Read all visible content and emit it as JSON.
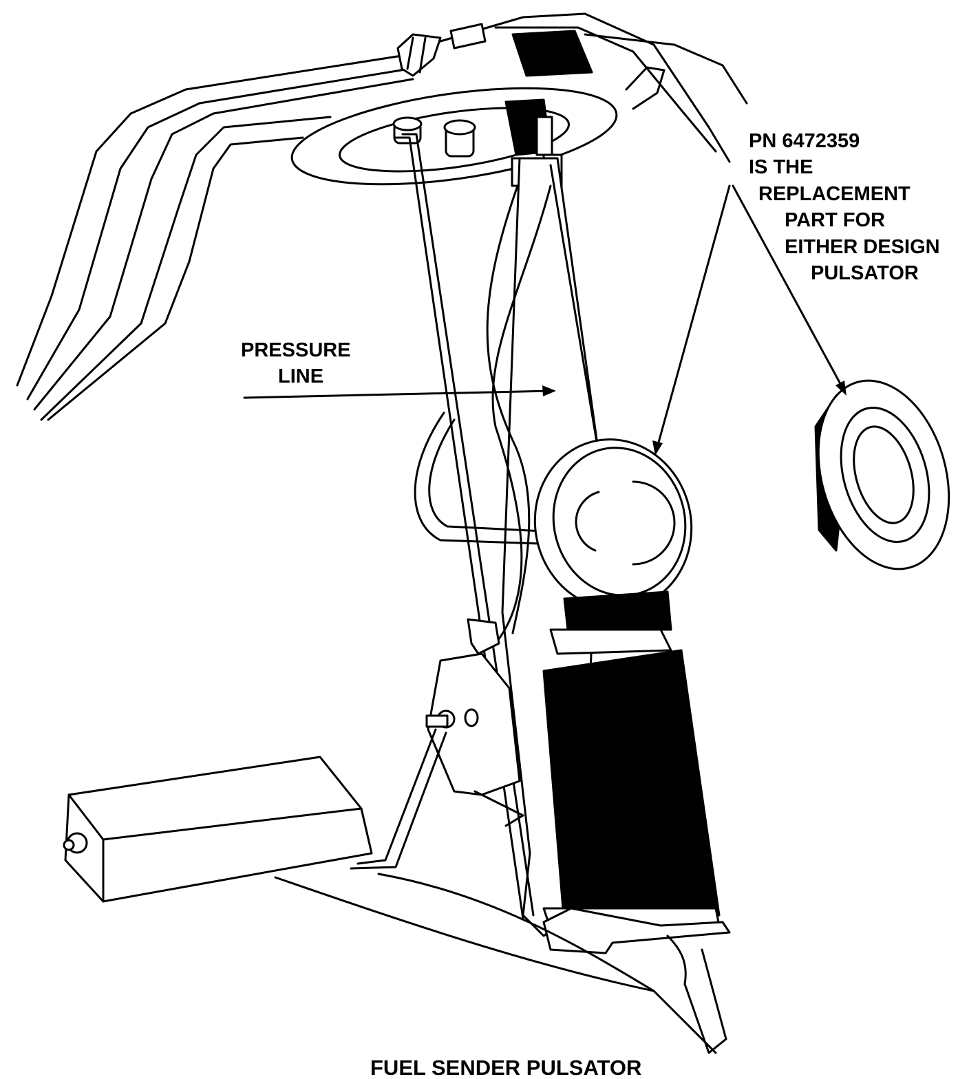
{
  "callouts": {
    "part_number": {
      "lines": [
        "PN 6472359",
        "IS THE",
        "REPLACEMENT",
        "PART FOR",
        "EITHER DESIGN",
        "PULSATOR"
      ]
    },
    "pressure_line": {
      "lines": [
        "PRESSURE",
        "LINE"
      ]
    }
  },
  "caption": "FUEL SENDER PULSATOR",
  "colors": {
    "ink": "#000000",
    "paper": "#ffffff"
  }
}
